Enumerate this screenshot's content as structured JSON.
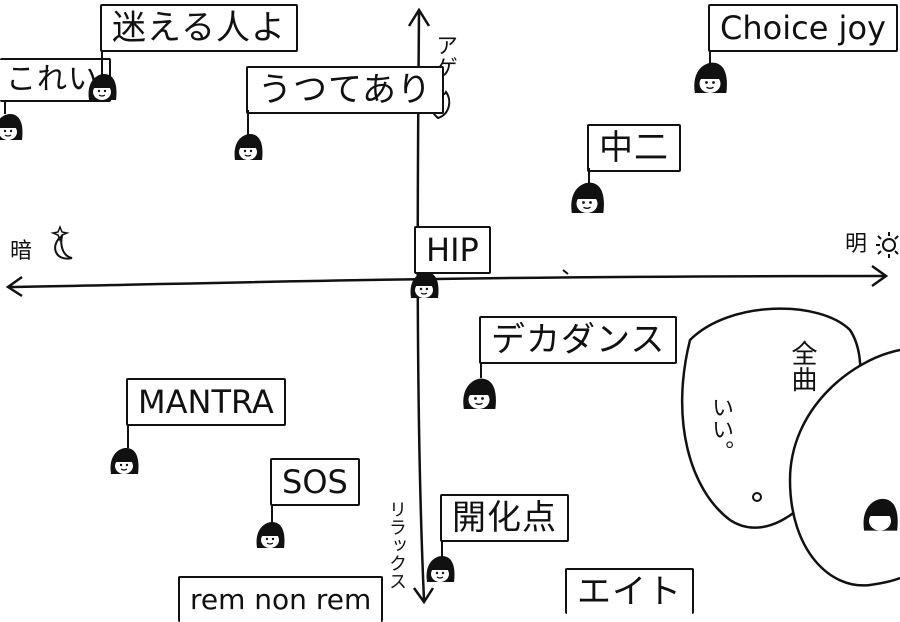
{
  "axes": {
    "left": "暗",
    "right": "明",
    "top": "アゲ",
    "bottom": "リラックス"
  },
  "songs": [
    {
      "id": "mayoeru",
      "label": "迷える人よ"
    },
    {
      "id": "kowai",
      "label": "これい"
    },
    {
      "id": "utsutearii",
      "label": "うつてあり"
    },
    {
      "id": "choicejoy",
      "label": "Choice joy"
    },
    {
      "id": "chuni",
      "label": "中二"
    },
    {
      "id": "hip",
      "label": "HIP"
    },
    {
      "id": "decadence",
      "label": "デカダンス"
    },
    {
      "id": "mantra",
      "label": "MANTRA"
    },
    {
      "id": "sos",
      "label": "SOS"
    },
    {
      "id": "kaikaten",
      "label": "開化点"
    },
    {
      "id": "remnonrem",
      "label": "rem non rem"
    },
    {
      "id": "eito",
      "label": "エイト"
    }
  ],
  "blob": {
    "line1": "全曲",
    "line2": "いい。"
  }
}
